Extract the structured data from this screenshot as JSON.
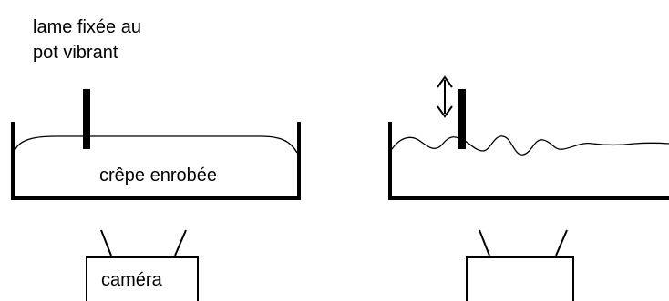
{
  "labels": {
    "blade_line1": "lame fixée au",
    "blade_line2": "pot vibrant",
    "coated_crepe": "crêpe enrobée",
    "camera": "caméra"
  },
  "colors": {
    "ink": "#000000",
    "background": "#ffffff"
  }
}
